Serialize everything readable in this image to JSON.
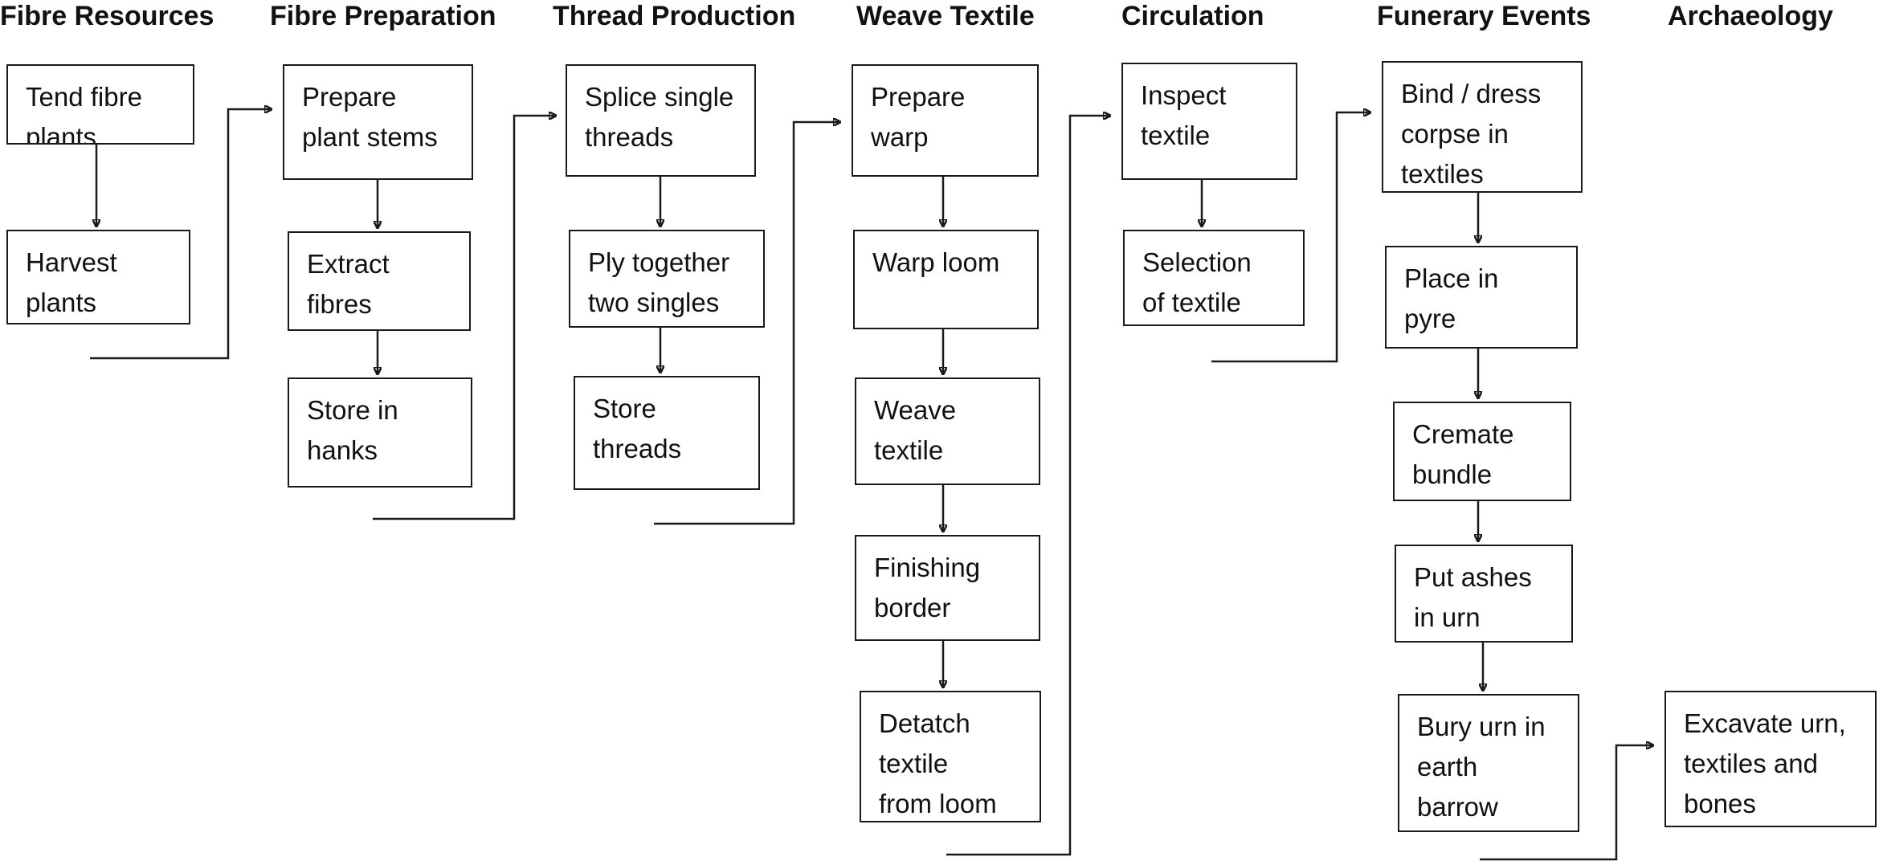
{
  "columns": [
    {
      "title": "Fibre Resources"
    },
    {
      "title": "Fibre Preparation"
    },
    {
      "title": "Thread Production"
    },
    {
      "title": "Weave Textile"
    },
    {
      "title": "Circulation"
    },
    {
      "title": "Funerary Events"
    },
    {
      "title": "Archaeology"
    }
  ],
  "steps": {
    "tend_fibre_plants": [
      "Tend fibre",
      "plants"
    ],
    "harvest_plants": [
      "Harvest",
      "plants"
    ],
    "prepare_plant_stems": [
      "Prepare",
      "plant stems"
    ],
    "extract_fibres": [
      "Extract",
      "fibres"
    ],
    "store_in_hanks": [
      "Store in",
      "hanks"
    ],
    "splice_single_threads": [
      "Splice single",
      "threads"
    ],
    "ply_together_two_singles": [
      "Ply together",
      "two singles"
    ],
    "store_threads": [
      "Store",
      "threads"
    ],
    "prepare_warp": [
      "Prepare",
      "warp"
    ],
    "warp_loom": [
      "Warp loom"
    ],
    "weave_textile": [
      "Weave",
      "textile"
    ],
    "finishing_border": [
      "Finishing",
      "border"
    ],
    "detatch_textile": [
      "Detatch",
      "textile",
      "from loom"
    ],
    "inspect_textile": [
      "Inspect",
      "textile"
    ],
    "selection_of_textile": [
      "Selection",
      "of textile"
    ],
    "bind_dress_corpse": [
      "Bind / dress",
      "corpse in",
      "textiles"
    ],
    "place_in_pyre": [
      "Place in",
      "pyre"
    ],
    "cremate_bundle": [
      "Cremate",
      "bundle"
    ],
    "put_ashes_in_urn": [
      "Put ashes",
      "in urn"
    ],
    "bury_urn": [
      "Bury urn in",
      "earth",
      "barrow"
    ],
    "excavate_urn": [
      "Excavate urn,",
      "textiles and",
      "bones"
    ]
  }
}
